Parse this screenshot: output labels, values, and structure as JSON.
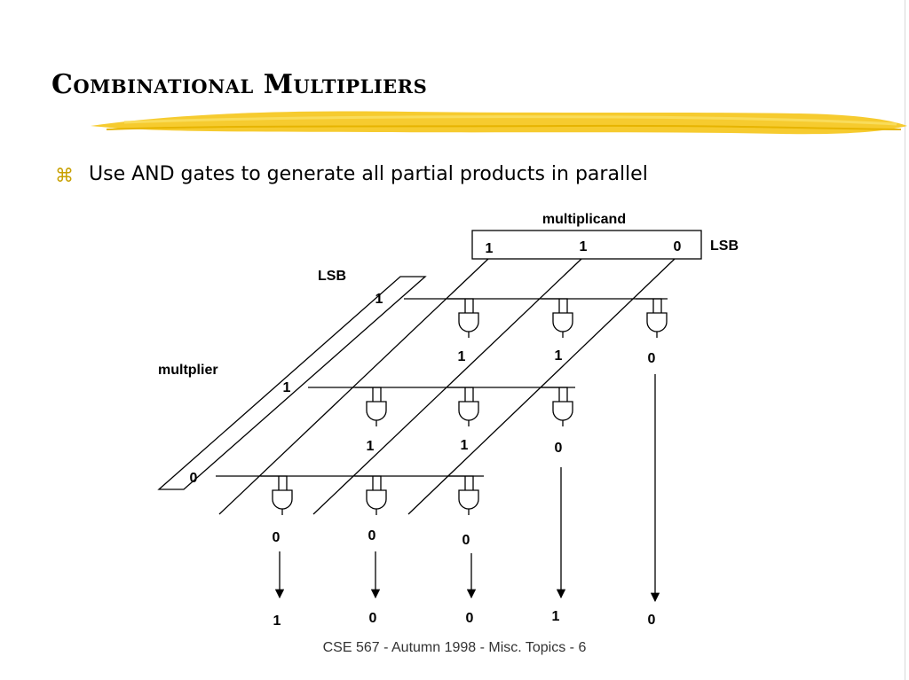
{
  "slide": {
    "title": "Combinational Multipliers",
    "bullet_icon": "command-icon",
    "bullet_text": "Use AND gates to generate all partial products in parallel",
    "footer": "CSE 567 - Autumn 1998 - Misc. Topics - 6",
    "accent_color": "#f5c518"
  },
  "diagram": {
    "multiplicand_label": "multiplicand",
    "multiplier_label": "multplier",
    "multiplicand_lsb_label": "LSB",
    "multiplier_lsb_label": "LSB",
    "multiplicand_bits": [
      "1",
      "1",
      "0"
    ],
    "multiplier_bits": [
      "1",
      "1",
      "0"
    ],
    "partial_products": [
      [
        "1",
        "1",
        "0"
      ],
      [
        "1",
        "1",
        "0"
      ],
      [
        "0",
        "0",
        "0"
      ]
    ],
    "result_bits": [
      "1",
      "0",
      "0",
      "1",
      "0"
    ]
  }
}
